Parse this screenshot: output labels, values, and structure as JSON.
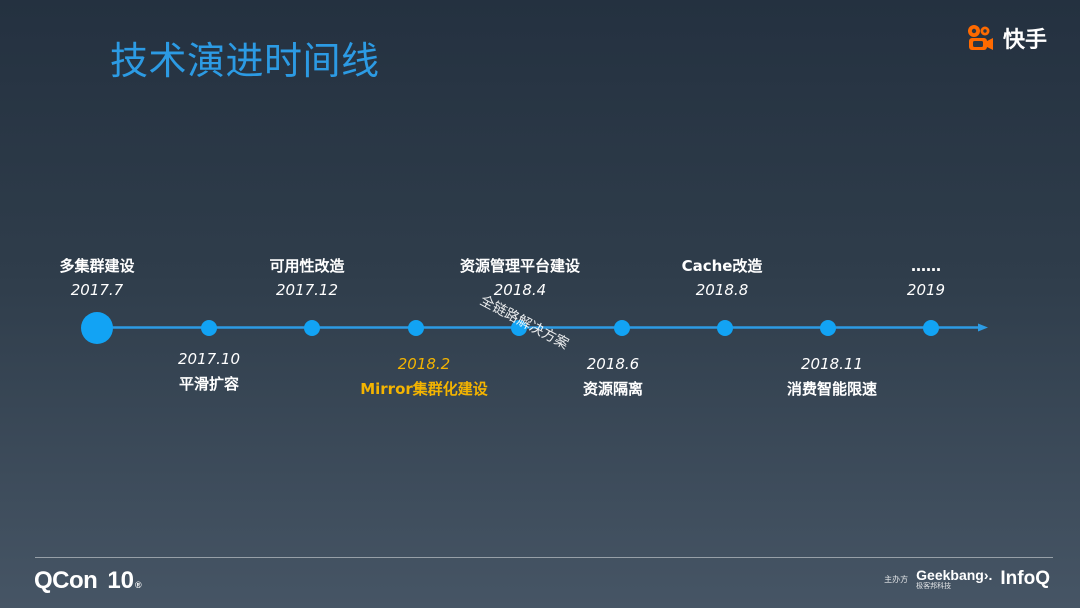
{
  "slide": {
    "title": "技术演进时间线",
    "accent_color": "#2c9be4",
    "highlight_color": "#f4b400"
  },
  "brand": {
    "name": "快手",
    "logo_icon": "kuaishou-logo-icon",
    "logo_color": "#ff6a00"
  },
  "timeline": {
    "upper": [
      {
        "title": "多集群建设",
        "date": "2017.7"
      },
      {
        "title": "可用性改造",
        "date": "2017.12"
      },
      {
        "title": "资源管理平台建设",
        "date": "2018.4"
      },
      {
        "title": "Cache改造",
        "date": "2018.8"
      },
      {
        "title": "……",
        "date": "2019"
      }
    ],
    "lower": [
      {
        "date": "2017.10",
        "title": "平滑扩容",
        "highlight": false
      },
      {
        "date": "2018.2",
        "title": "Mirror集群化建设",
        "highlight": true
      },
      {
        "date": "2018.6",
        "title": "资源隔离",
        "highlight": false
      },
      {
        "date": "2018.11",
        "title": "消费智能限速",
        "highlight": false
      }
    ],
    "overlay_text": "全链路解决方案"
  },
  "footer": {
    "qcon": {
      "main": "QCon",
      "number": "10",
      "mark": "®"
    },
    "host_label": "主办方",
    "geekbang": {
      "name": "Geekbang›.",
      "sub": "极客邦科技"
    },
    "infoq": "InfoQ"
  }
}
